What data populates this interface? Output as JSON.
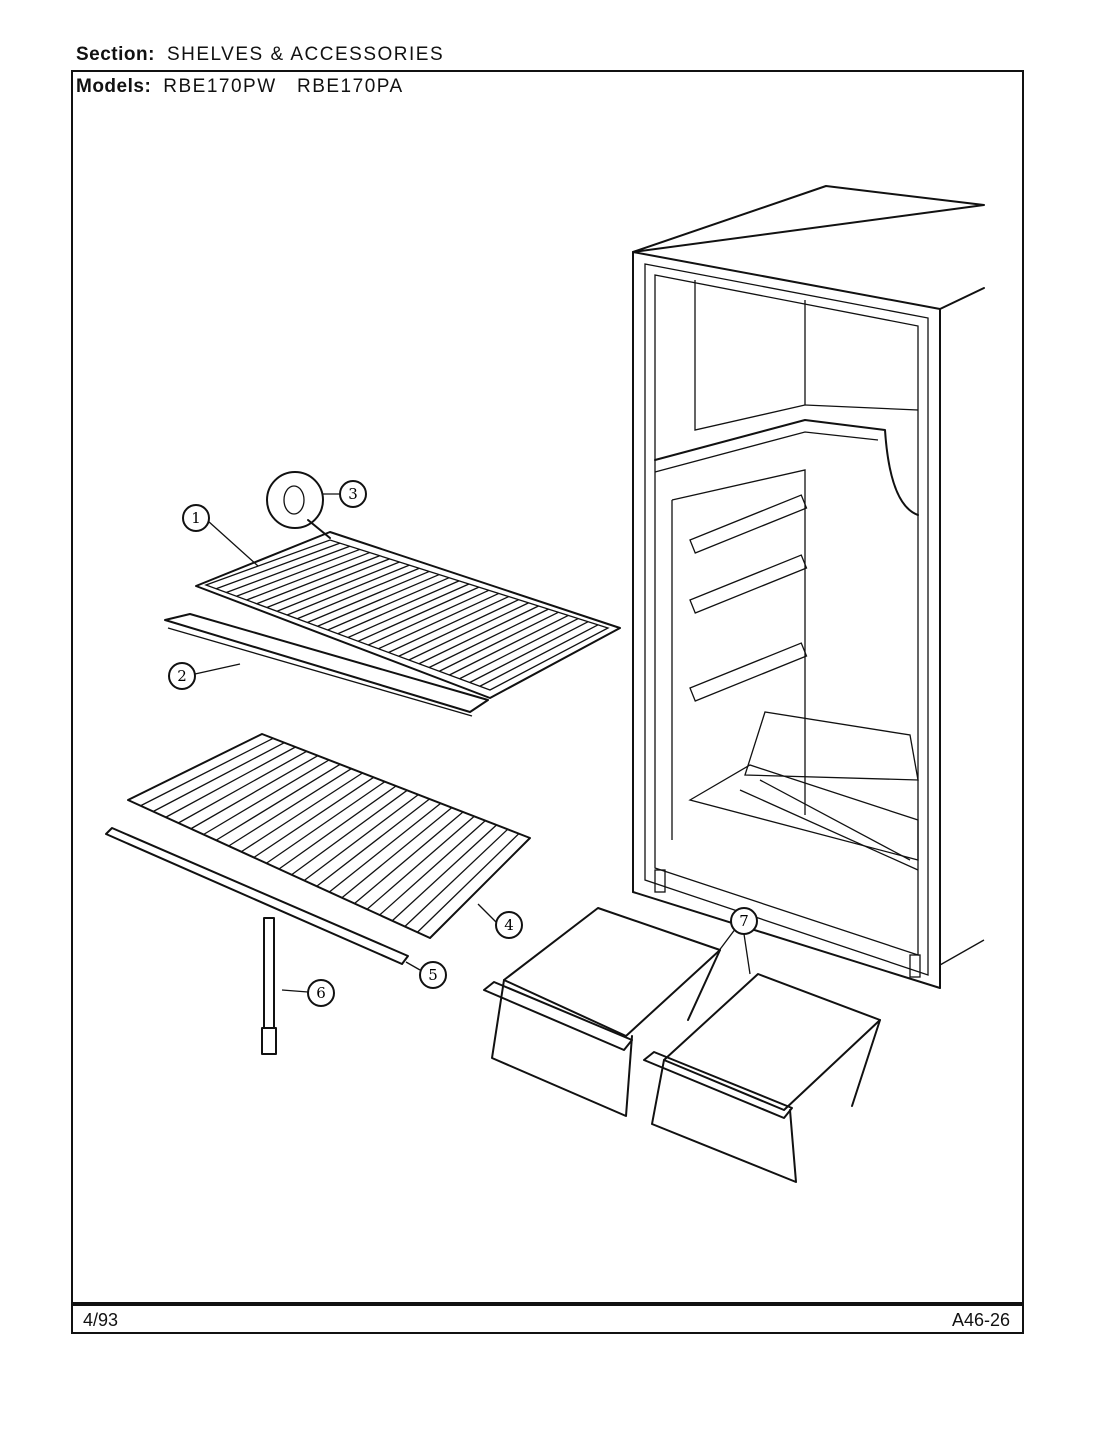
{
  "header": {
    "section_label": "Section:",
    "section_value": "SHELVES & ACCESSORIES",
    "models_label": "Models:",
    "models_value": "RBE170PW   RBE170PA"
  },
  "footer": {
    "date": "4/93",
    "code": "A46-26"
  },
  "callouts": [
    "1",
    "2",
    "3",
    "4",
    "5",
    "6",
    "7"
  ]
}
